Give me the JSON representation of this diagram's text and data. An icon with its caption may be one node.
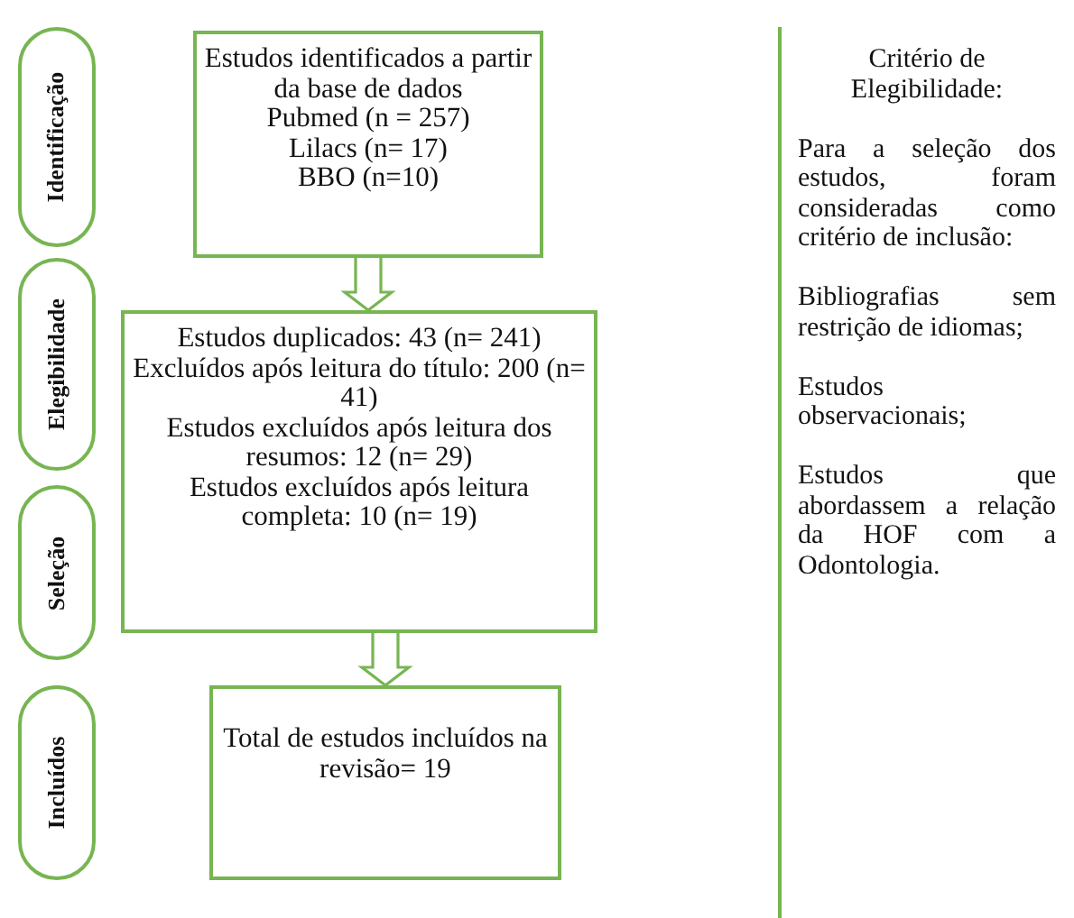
{
  "diagram": {
    "nodes": [
      {
        "text": [
          "Identificação"
        ]
      },
      {
        "text": [
          "Elegibilidade"
        ]
      },
      {
        "text": [
          "Seleção"
        ]
      },
      {
        "text": [
          "Incluídos"
        ]
      },
      {
        "text": [
          "Estudos identificados a partir da base de dados",
          "Pubmed (n = 257)",
          "Lilacs (n= 17)",
          "BBO (n=10)"
        ]
      },
      {
        "text": [
          "Estudos duplicados: 43 (n= 241)",
          "Excluídos após leitura do título: 200 (n= 41)",
          "Estudos excluídos após leitura dos resumos: 12 (n= 29)",
          "Estudos excluídos após leitura completa: 10 (n= 19)"
        ]
      },
      {
        "text": [
          "Total de estudos incluídos na revisão= 19"
        ]
      },
      {
        "text": [
          "Critério de Elegibilidade:",
          "Para a seleção dos estudos, foram consideradas como critério de inclusão:",
          "Bibliografias sem restrição de idiomas;",
          "Estudos observacionais;",
          "Estudos que abordassem a relação da HOF com a Odontologia."
        ]
      }
    ],
    "edges": [
      {
        "from": 4,
        "to": 5,
        "arrow": "to"
      },
      {
        "from": 5,
        "to": 6,
        "arrow": "to"
      }
    ]
  }
}
